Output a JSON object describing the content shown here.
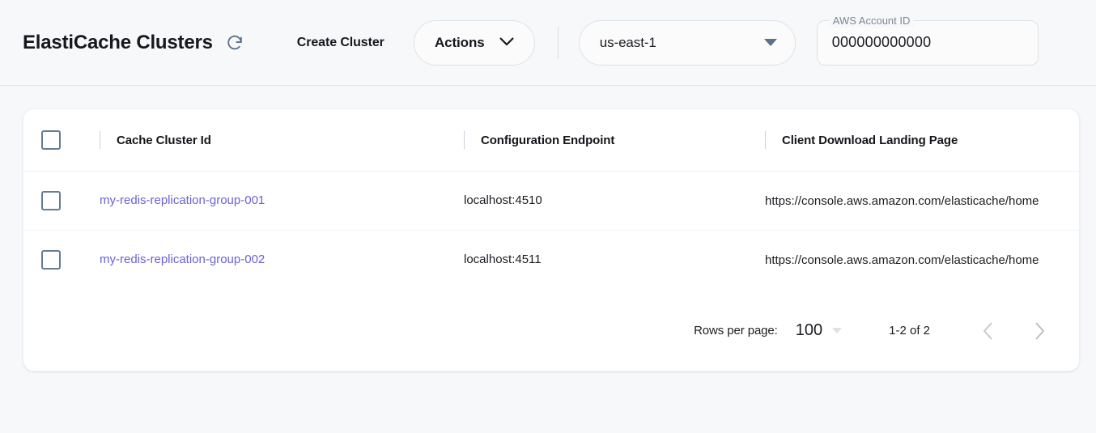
{
  "header": {
    "title": "ElastiCache Clusters",
    "refresh_icon": "refresh-icon",
    "create_cluster_label": "Create Cluster",
    "actions_label": "Actions",
    "actions_caret_icon": "chevron-down-icon",
    "region": {
      "value": "us-east-1",
      "caret_icon": "caret-down-icon"
    },
    "account": {
      "legend": "AWS Account ID",
      "value": "000000000000"
    }
  },
  "table": {
    "select_all_checkbox": "unchecked",
    "columns": [
      {
        "key": "id",
        "label": "Cache Cluster Id"
      },
      {
        "key": "endpoint",
        "label": "Configuration Endpoint"
      },
      {
        "key": "landing",
        "label": "Client Download Landing Page"
      }
    ],
    "rows": [
      {
        "checkbox": "unchecked",
        "id": "my-redis-replication-group-001",
        "endpoint": "localhost:4510",
        "landing": "https://console.aws.amazon.com/elasticache/home"
      },
      {
        "checkbox": "unchecked",
        "id": "my-redis-replication-group-002",
        "endpoint": "localhost:4511",
        "landing": "https://console.aws.amazon.com/elasticache/home"
      }
    ]
  },
  "pagination": {
    "rows_per_page_label": "Rows per page:",
    "rows_per_page_value": "100",
    "rows_per_page_caret_icon": "caret-down-icon",
    "range_label": "1-2 of 2",
    "prev_icon": "chevron-left-icon",
    "next_icon": "chevron-right-icon"
  },
  "colors": {
    "page_background": "#f7f8fa",
    "card_background": "#ffffff",
    "link": "#6b61d6",
    "icon_slate": "#5c7089",
    "text_primary": "#1b1d21",
    "legend_text": "#7d8795",
    "chevron_muted": "#c4c7cc"
  }
}
